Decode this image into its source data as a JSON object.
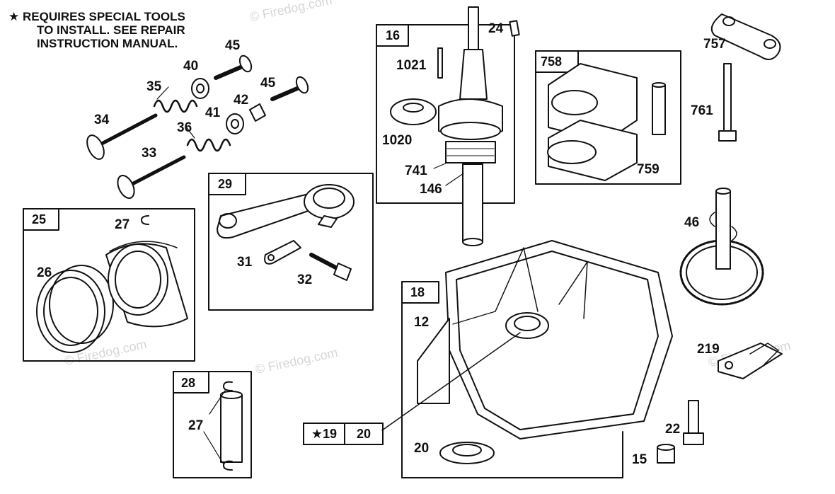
{
  "note": {
    "star": "★",
    "lines": [
      "REQUIRES SPECIAL TOOLS",
      "TO INSTALL.  SEE REPAIR",
      "INSTRUCTION MANUAL."
    ]
  },
  "watermark": "© Firedog.com",
  "callouts": {
    "c45a": "45",
    "c40": "40",
    "c35": "35",
    "c45b": "45",
    "c42": "42",
    "c34": "34",
    "c41": "41",
    "c36": "36",
    "c33": "33",
    "c24": "24",
    "c1021": "1021",
    "c1020": "1020",
    "c741": "741",
    "c146": "146",
    "c757": "757",
    "c761": "761",
    "c759": "759",
    "c27a": "27",
    "c26": "26",
    "c31": "31",
    "c32": "32",
    "c46": "46",
    "c12": "12",
    "c219": "219",
    "c27b": "27",
    "c20b": "20",
    "c22": "22",
    "c15": "15"
  },
  "boxes": {
    "b16": "16",
    "b758": "758",
    "b29": "29",
    "b25": "25",
    "b18": "18",
    "b28": "28"
  },
  "tag19": {
    "left": "★19",
    "right": "20"
  },
  "colors": {
    "ink": "#111111",
    "watermark": "#d6d6d6",
    "background": "#ffffff"
  }
}
